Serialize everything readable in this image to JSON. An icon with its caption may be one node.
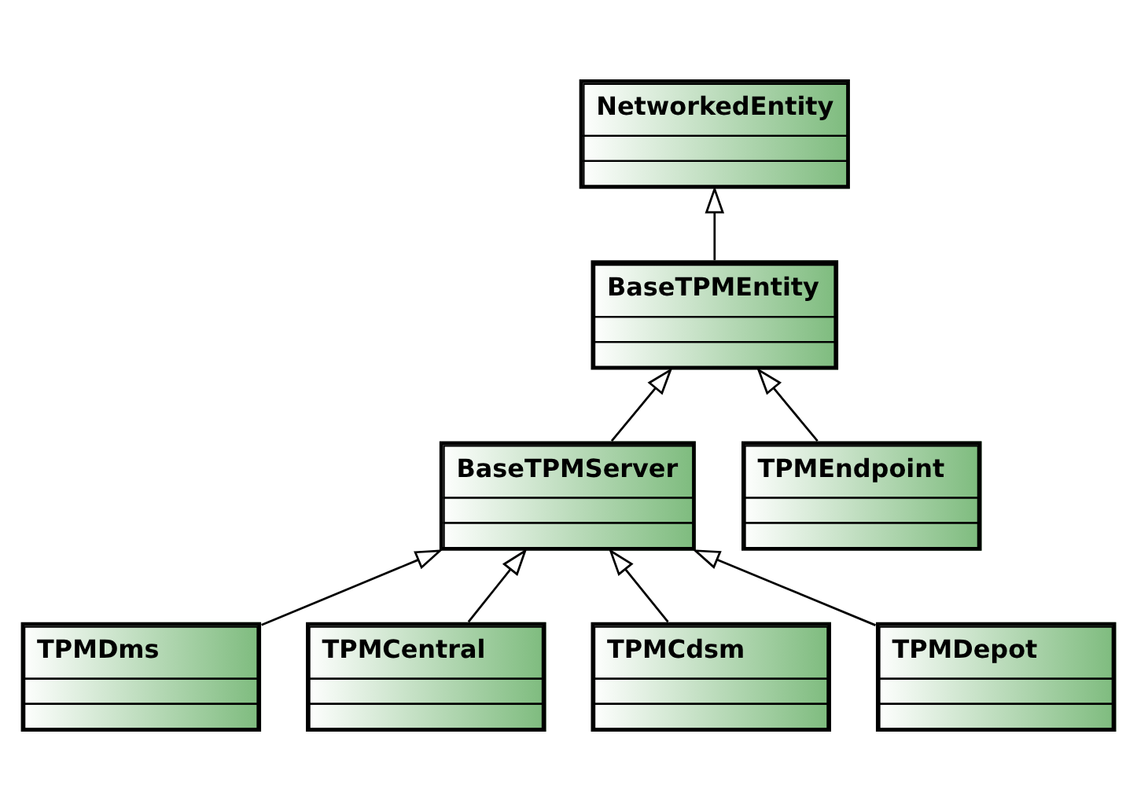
{
  "diagram": {
    "nodes": [
      {
        "text": [
          "NetworkedEntity"
        ]
      },
      {
        "text": [
          "BaseTPMEntity"
        ]
      },
      {
        "text": [
          "BaseTPMServer"
        ]
      },
      {
        "text": [
          "TPMEndpoint"
        ]
      },
      {
        "text": [
          "TPMDms"
        ]
      },
      {
        "text": [
          "TPMCentral"
        ]
      },
      {
        "text": [
          "TPMCdsm"
        ]
      },
      {
        "text": [
          "TPMDepot"
        ]
      }
    ],
    "edges": [
      {
        "from": 1,
        "to": 0,
        "arrow": "to"
      },
      {
        "from": 2,
        "to": 1,
        "arrow": "to"
      },
      {
        "from": 3,
        "to": 1,
        "arrow": "to"
      },
      {
        "from": 4,
        "to": 2,
        "arrow": "to"
      },
      {
        "from": 5,
        "to": 2,
        "arrow": "to"
      },
      {
        "from": 6,
        "to": 2,
        "arrow": "to"
      },
      {
        "from": 7,
        "to": 2,
        "arrow": "to"
      }
    ]
  }
}
